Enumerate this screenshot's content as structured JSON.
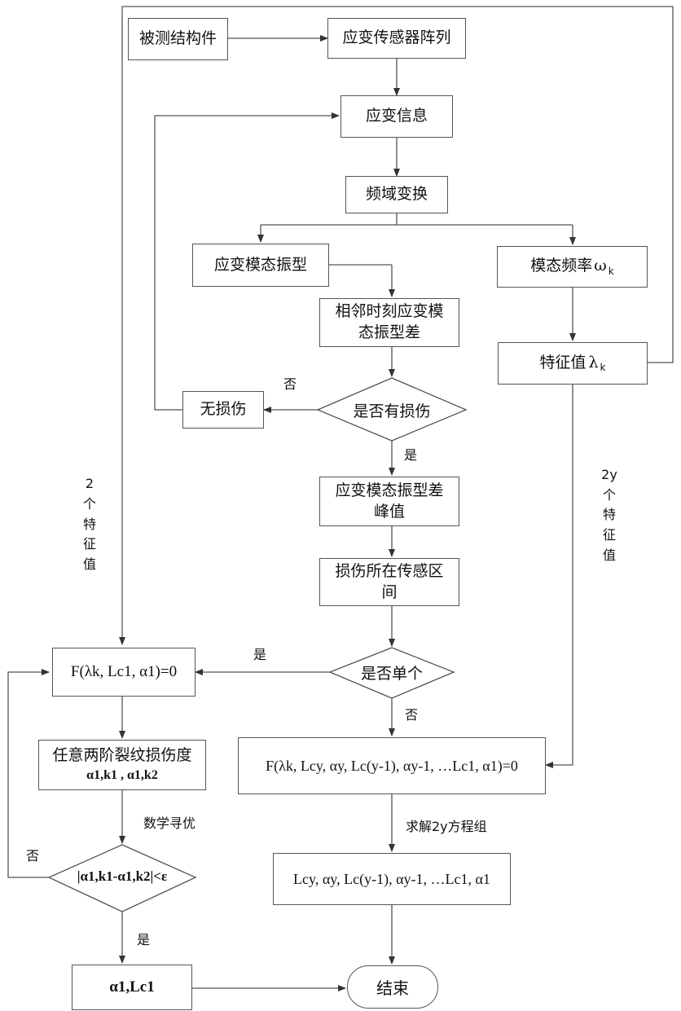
{
  "nodes": {
    "structure": "被测结构件",
    "sensor_array": "应变传感器阵列",
    "strain_info": "应变信息",
    "freq_transform": "频域变换",
    "strain_mode_shape": "应变模态振型",
    "modal_freq_label": "模态频率",
    "modal_freq_symbol": "ω",
    "modal_freq_sub": "k",
    "adj_diff_line1": "相邻时刻应变模",
    "adj_diff_line2": "态振型差",
    "eigen_label": "特征值",
    "eigen_symbol": "λ",
    "eigen_sub": "k",
    "damage_q": "是否有损伤",
    "no_damage": "无损伤",
    "peak_line1": "应变模态振型差",
    "peak_line2": "峰值",
    "interval_line1": "损伤所在传感区",
    "interval_line2": "间",
    "single_q": "是否单个",
    "eq_single": "F(λk, Lc1, α1)=0",
    "eq_multi": "F(λk, Lcy, αy, Lc(y-1), αy-1, …Lc1, α1)=0",
    "crack_line1": "任意两阶裂纹损伤度",
    "crack_line2": "α1,k1 , α1,k2",
    "cond": "|α1,k1-α1,k2|<ε",
    "solution_set": "Lcy, αy, Lc(y-1), αy-1, …Lc1, α1",
    "result": "α1,Lc1",
    "end": "结束"
  },
  "labels": {
    "no": "否",
    "yes": "是",
    "no_single": "否",
    "yes_single": "是",
    "no_cond": "否",
    "yes_cond": "是",
    "two_eigen": "2个特征值",
    "two_y_num": "2y",
    "two_y_rest": "个特征值",
    "math_opt": "数学寻优",
    "solve_eq": "求解2y方程组"
  }
}
